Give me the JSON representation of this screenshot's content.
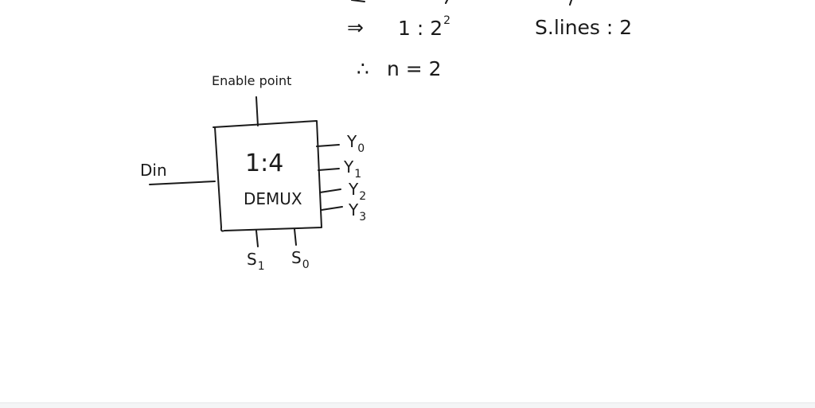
{
  "notes": {
    "implies": "⇒",
    "ratio_base": "1 : 2",
    "ratio_exp": "2",
    "select_lines": "S.lines : 2",
    "therefore": "∴",
    "n_value": "n = 2"
  },
  "demux": {
    "enable_label": "Enable point",
    "ratio": "1:4",
    "name": "DEMUX",
    "input_label": "Din",
    "outputs": [
      {
        "base": "Y",
        "sub": "0"
      },
      {
        "base": "Y",
        "sub": "1"
      },
      {
        "base": "Y",
        "sub": "2"
      },
      {
        "base": "Y",
        "sub": "3"
      }
    ],
    "selects": [
      {
        "base": "S",
        "sub": "1"
      },
      {
        "base": "S",
        "sub": "0"
      }
    ]
  }
}
